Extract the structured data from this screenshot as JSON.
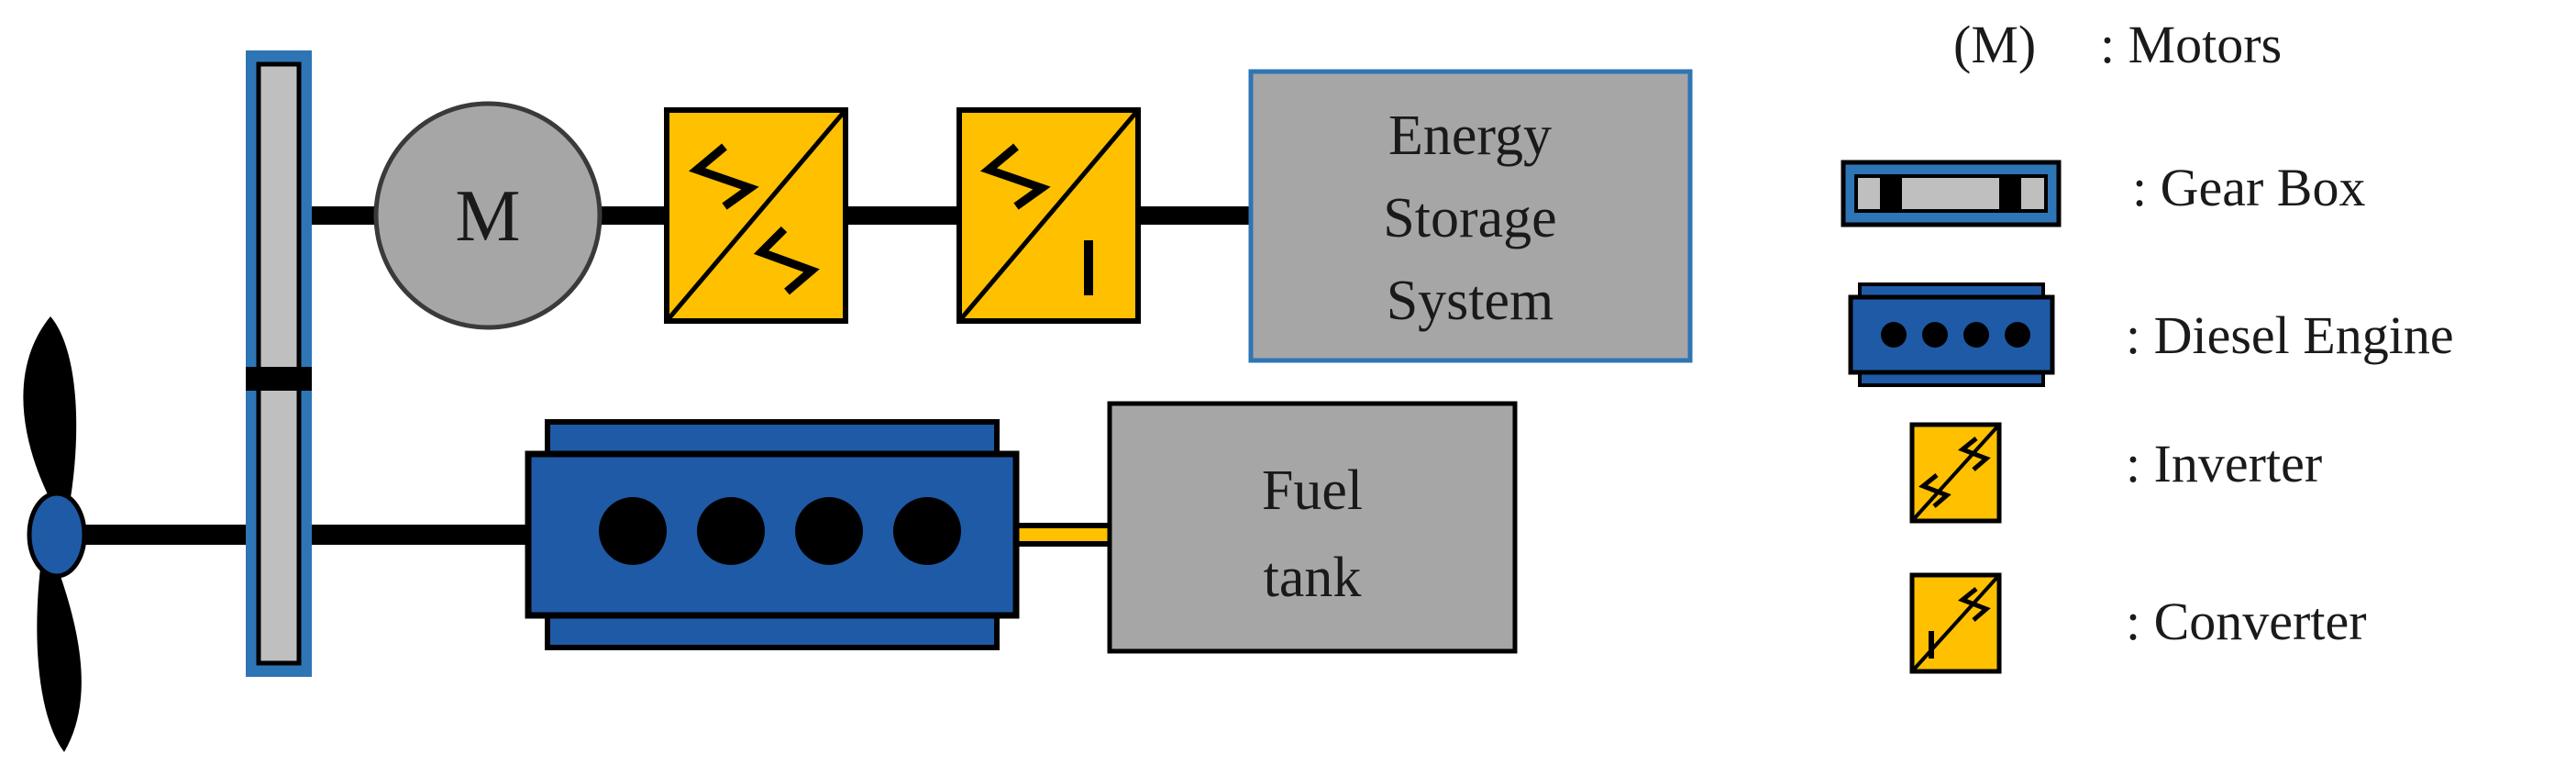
{
  "diagram": {
    "motor_symbol": "M",
    "energy_storage_label": [
      "Energy",
      "Storage",
      "System"
    ],
    "fuel_tank_label": [
      "Fuel",
      "tank"
    ]
  },
  "legend": {
    "motors": {
      "symbol": "(M)",
      "label": ": Motors"
    },
    "gear_box": {
      "label": ": Gear Box",
      "icon": "gear-box-icon"
    },
    "diesel_engine": {
      "label": ": Diesel Engine",
      "icon": "diesel-engine-icon"
    },
    "inverter": {
      "label": ": Inverter",
      "icon": "inverter-icon"
    },
    "converter": {
      "label": ": Converter",
      "icon": "converter-icon"
    }
  },
  "colors": {
    "shaft": "#000000",
    "gear_box_frame": "#2e75b6",
    "gear_box_fill": "#bfbfbf",
    "motor_fill": "#a6a6a6",
    "yellow": "#ffc000",
    "engine_blue": "#1f5aa6",
    "storage_fill": "#a6a6a6",
    "propeller": "#000000",
    "hub": "#1f5aa6"
  }
}
